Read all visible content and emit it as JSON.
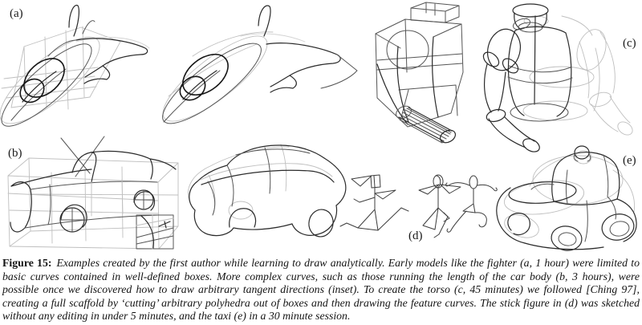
{
  "colors": {
    "background": "#ffffff",
    "ink": "#2b2b2b",
    "construction_lines": "#bfbfbf",
    "text": "#141414"
  },
  "panel": {
    "labels": {
      "a": "(a)",
      "b": "(b)",
      "c": "(c)",
      "d": "(d)",
      "e": "(e)"
    },
    "sketches": {
      "a": "fighter-jet-sketches",
      "b": "car-body-sketches-with-tangent-inset",
      "c": "torso-sketches",
      "d": "stick-figure-sketches",
      "e": "taxi-sketch"
    }
  },
  "caption": {
    "label": "Figure 15:",
    "text": "Examples created by the first author while learning to draw analytically. Early models like the fighter (a, 1 hour) were limited to basic curves contained in well-defined boxes. More complex curves, such as those running the length of the car body (b, 3 hours), were possible once we discovered how to draw arbitrary tangent directions (inset). To create the torso (c, 45 minutes) we followed [Ching 97], creating a full scaffold by ‘cutting’ arbitrary polyhedra out of boxes and then drawing the feature curves. The stick figure in (d) was sketched without any editing in under 5 minutes, and the taxi (e) in a 30 minute session."
  }
}
